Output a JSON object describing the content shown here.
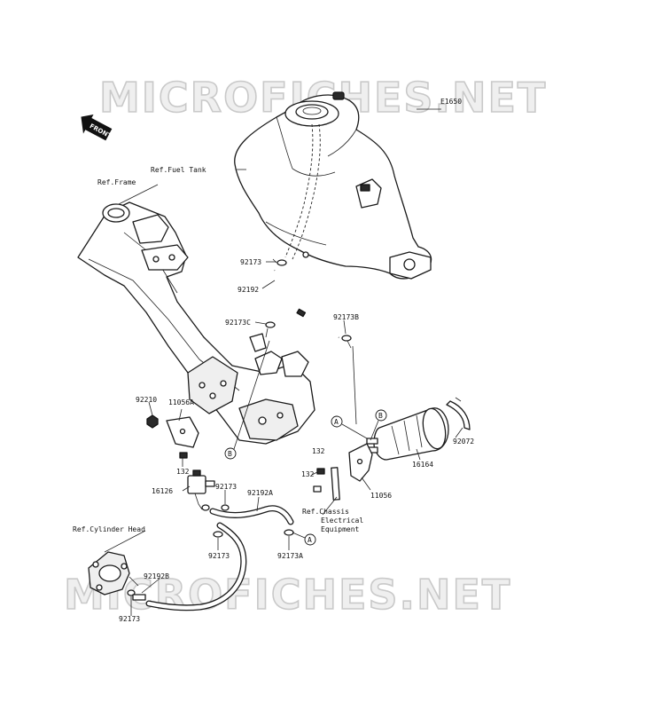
{
  "watermark": {
    "top": "MICROFICHES.NET",
    "bottom": "MICROFICHES.NET"
  },
  "diagram_code": "E1650",
  "front_badge": "FRONT",
  "references": {
    "fuel_tank": "Ref.Fuel Tank",
    "frame": "Ref.Frame",
    "cylinder_head": "Ref.Cylinder Head",
    "chassis_line1": "Ref.Chassis",
    "chassis_line2": "Electrical",
    "chassis_line3": "Equipment"
  },
  "part_numbers": {
    "p92173_top": "92173",
    "p92192": "92192",
    "p92173C": "92173C",
    "p92173B": "92173B",
    "p92210": "92210",
    "p11056A": "11056A",
    "p132_left": "132",
    "p16126": "16126",
    "p92173_mid": "92173",
    "p92192A": "92192A",
    "p92173_low": "92173",
    "p92173A": "92173A",
    "p92192B": "92192B",
    "p92173_bottom": "92173",
    "p132_right": "132",
    "p11056": "11056",
    "p16164": "16164",
    "p92072": "92072"
  },
  "callouts": {
    "a_upper": "A",
    "b_upper": "B",
    "b_lower": "B",
    "a_lower": "A"
  }
}
